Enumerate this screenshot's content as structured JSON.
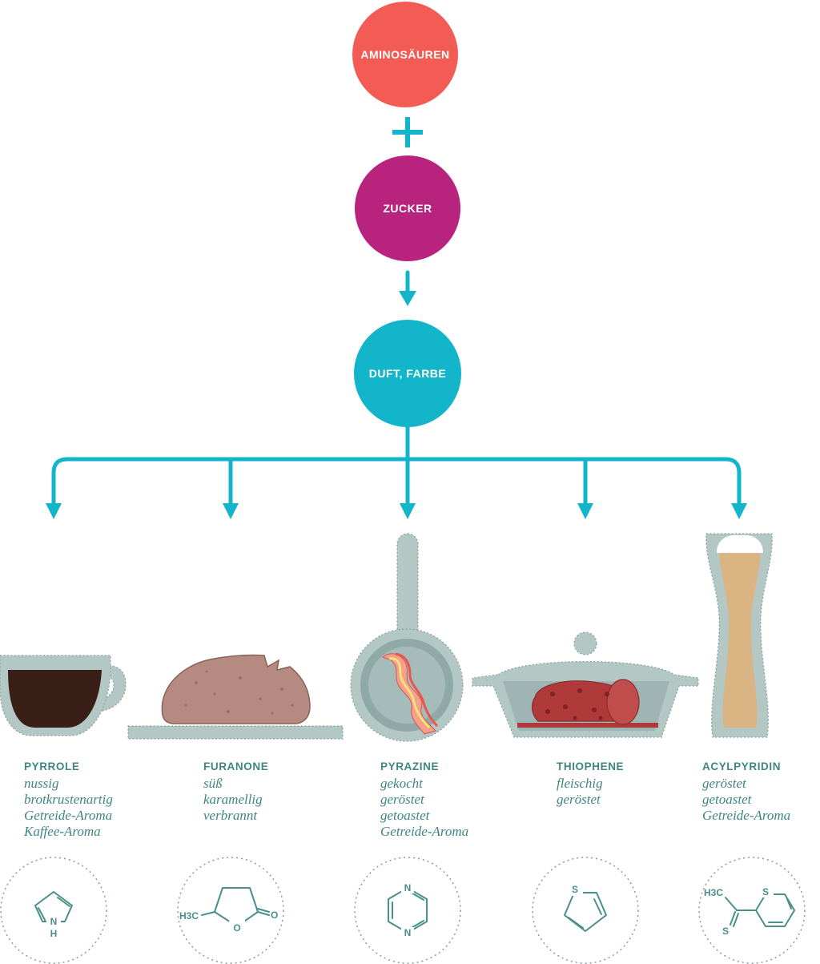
{
  "nodes": {
    "amino": {
      "label": "AMINOSÄUREN",
      "color": "#f25c54"
    },
    "sugar": {
      "label": "ZUCKER",
      "color": "#b8237e"
    },
    "result": {
      "label": "DUFT, FARBE",
      "color": "#12b5c9"
    }
  },
  "operators": {
    "plus": "+"
  },
  "categories": [
    {
      "title": "PYRROLE",
      "descriptors": [
        "nussig",
        "brotkrustenartig",
        "Getreide-Aroma",
        "Kaffee-Aroma"
      ],
      "food_icon": "coffee-cup-icon",
      "molecule": {
        "labels": [
          "N",
          "H"
        ]
      }
    },
    {
      "title": "FURANONE",
      "descriptors": [
        "süß",
        "karamellig",
        "verbrannt"
      ],
      "food_icon": "bread-icon",
      "molecule": {
        "labels": [
          "H3C",
          "O",
          "O"
        ]
      }
    },
    {
      "title": "PYRAZINE",
      "descriptors": [
        "gekocht",
        "geröstet",
        "getoastet",
        "Getreide-Aroma"
      ],
      "food_icon": "bacon-pan-icon",
      "molecule": {
        "labels": [
          "N",
          "N"
        ]
      }
    },
    {
      "title": "THIOPHENE",
      "descriptors": [
        "fleischig",
        "geröstet"
      ],
      "food_icon": "roast-pot-icon",
      "molecule": {
        "labels": [
          "S"
        ]
      }
    },
    {
      "title": "ACYLPYRIDIN",
      "descriptors": [
        "geröstet",
        "getoastet",
        "Getreide-Aroma"
      ],
      "food_icon": "beer-glass-icon",
      "molecule": {
        "labels": [
          "H3C",
          "S",
          "S"
        ]
      }
    }
  ],
  "colors": {
    "flow": "#12b5c9",
    "text": "#3e8683",
    "vessel": "#b3c8c5",
    "coffee": "#3a1f17",
    "bread": "#b58a80",
    "meat": "#b03a3a",
    "beer": "#dbb483"
  }
}
